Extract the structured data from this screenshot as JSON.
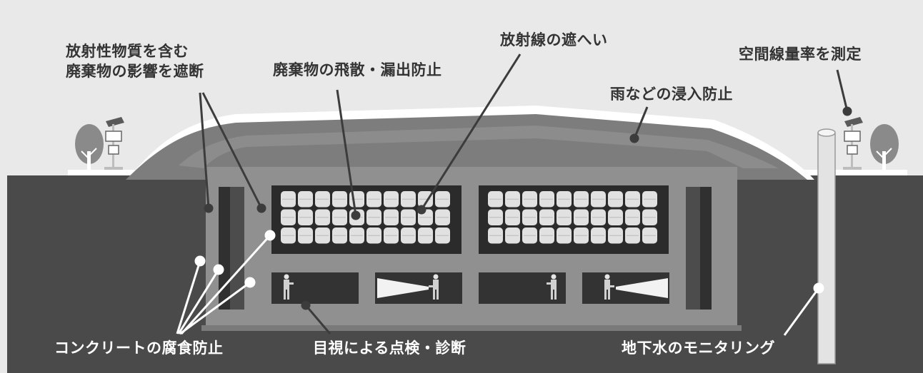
{
  "labels": {
    "waste_effect_line1": "放射性物質を含む",
    "waste_effect_line2": "廃棄物の影響を遮断",
    "scatter_prevent": "廃棄物の飛散・漏出防止",
    "radiation_shield": "放射線の遮へい",
    "dose_rate": "空間線量率を測定",
    "rain_prevent": "雨などの浸入防止",
    "concrete_corrosion": "コンクリートの腐食防止",
    "visual_inspection": "目視による点検・診断",
    "groundwater": "地下水のモニタリング"
  },
  "colors": {
    "sky": "#e9e9e9",
    "ground": "#4a4a4a",
    "mound": "#7d7d7d",
    "concrete": "#909090",
    "cell_dark": "#2b2b2b",
    "drum": "#e1e1e1",
    "leader_dark": "#3c3c3c",
    "leader_light": "#ffffff"
  },
  "icons": [
    "tree-icon",
    "solar-monitoring-post-icon",
    "worker-with-flashlight-icon",
    "drum-icon"
  ]
}
